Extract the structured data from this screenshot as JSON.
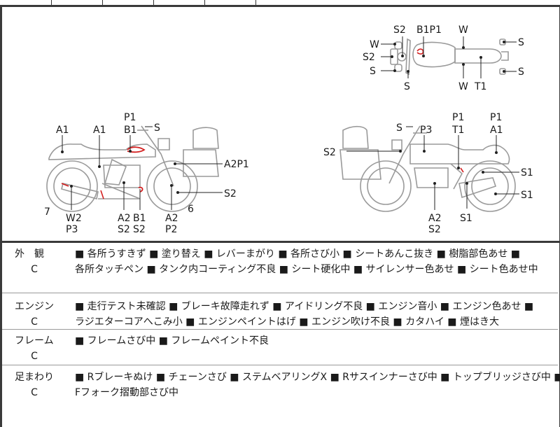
{
  "diagram": {
    "top_view": {
      "labels": [
        "S2",
        "B1P1",
        "W",
        "W",
        "S2",
        "S",
        "S",
        "S",
        "S",
        "W",
        "T1"
      ]
    },
    "left_view": {
      "labels": [
        "A1",
        "A1",
        "P1",
        "B1",
        "S",
        "A2P1",
        "S2",
        "7",
        "6",
        "W2",
        "P3",
        "A2",
        "S2",
        "B1",
        "S2",
        "A2",
        "P2"
      ]
    },
    "right_view": {
      "labels": [
        "S",
        "P3",
        "P1",
        "T1",
        "P1",
        "A1",
        "S2",
        "S1",
        "S1",
        "S1",
        "A2",
        "S2"
      ]
    },
    "damage_marker_color": "#d42020"
  },
  "conditions": [
    {
      "category": "外　観",
      "grade": "C",
      "items": [
        "各所うすきず",
        "塗り替え",
        "レバーまがり",
        "各所さび小",
        "シートあんこ抜き",
        "樹脂部色あせ",
        "各所タッチペン",
        "タンク内コーティング不良",
        "シート硬化中",
        "サイレンサー色あせ",
        "シート色あせ中"
      ],
      "lines": [
        "■ 各所うすきず ■ 塗り替え ■ レバーまがり ■ 各所さび小 ■ シートあんこ抜き ■ 樹脂部色あせ ■",
        "各所タッチペン ■ タンク内コーティング不良 ■ シート硬化中 ■ サイレンサー色あせ ■ シート色あせ中"
      ]
    },
    {
      "category": "エンジン",
      "grade": "C",
      "items": [
        "走行テスト未確認",
        "ブレーキ故障走れず",
        "アイドリング不良",
        "エンジン音小",
        "エンジン色あせ",
        "ラジエターコアへこみ小",
        "エンジンペイントはげ",
        "エンジン吹け不良",
        "カタハイ",
        "煙はき大"
      ],
      "lines": [
        "■ 走行テスト未確認 ■ ブレーキ故障走れず ■ アイドリング不良 ■ エンジン音小 ■ エンジン色あせ ■",
        "ラジエターコアへこみ小 ■ エンジンペイントはげ ■ エンジン吹け不良 ■ カタハイ ■ 煙はき大"
      ]
    },
    {
      "category": "フレーム",
      "grade": "C",
      "items": [
        "フレームさび中",
        "フレームペイント不良"
      ],
      "lines": [
        "■ フレームさび中 ■ フレームペイント不良"
      ]
    },
    {
      "category": "足まわり",
      "grade": "C",
      "items": [
        "Rブレーキぬけ",
        "チェーンさび",
        "ステムベアリングX",
        "Rサスインナーさび中",
        "トップブリッジさび中",
        "Fフォーク摺動部さび中"
      ],
      "lines": [
        "■ Rブレーキぬけ ■ チェーンさび ■ ステムベアリングX ■ Rサスインナーさび中 ■ トップブリッジさび中 ■",
        "Fフォーク摺動部さび中"
      ]
    }
  ]
}
